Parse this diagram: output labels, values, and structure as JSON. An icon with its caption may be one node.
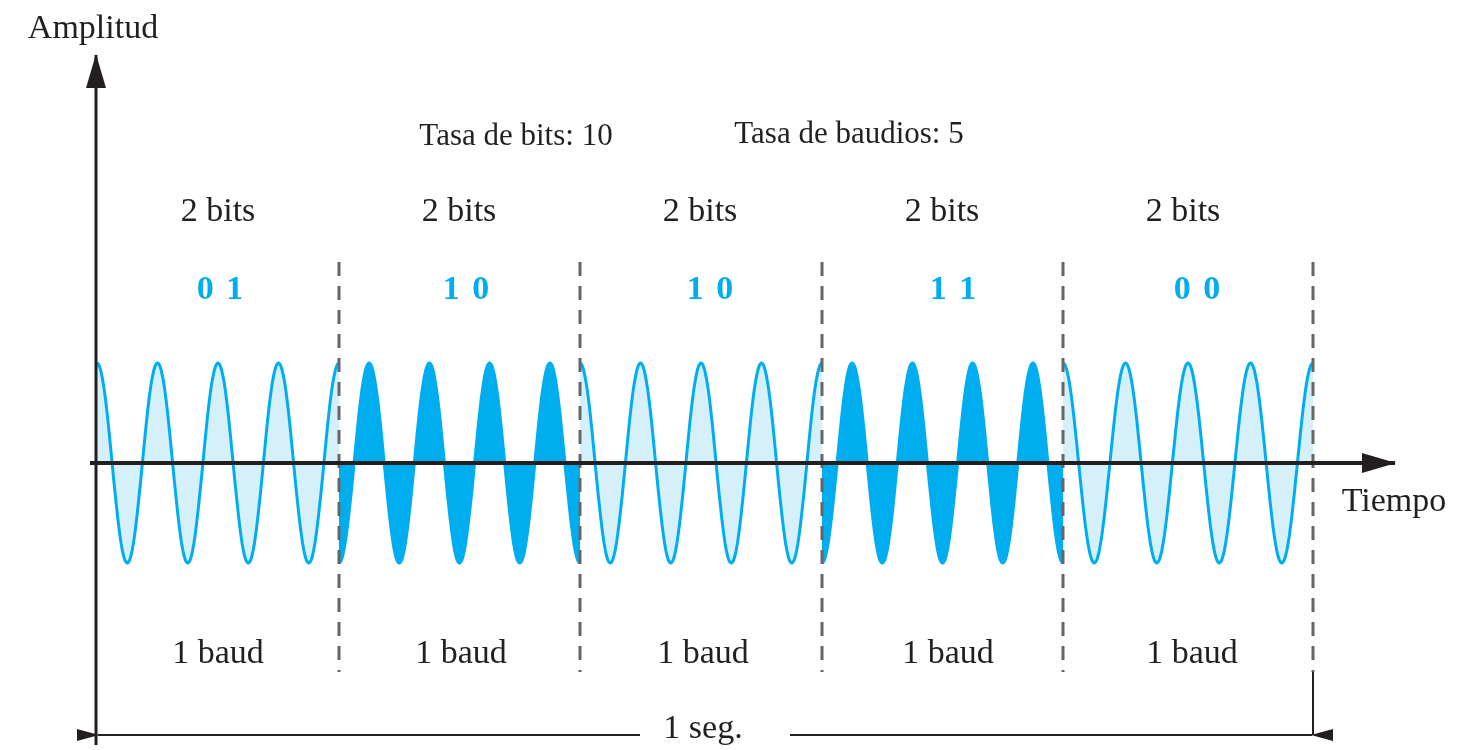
{
  "diagram": {
    "labels": [
      "Amplitud",
      "Tasa de bits: 10",
      "Tasa de baudios: 5",
      "2 bits",
      "2 bits",
      "2 bits",
      "2 bits",
      "2 bits",
      "0 1",
      "1 0",
      "1 0",
      "1 1",
      "0 0",
      "Tiempo",
      "1 baud",
      "1 baud",
      "1 baud",
      "1 baud",
      "1 baud",
      "1 seg."
    ]
  }
}
